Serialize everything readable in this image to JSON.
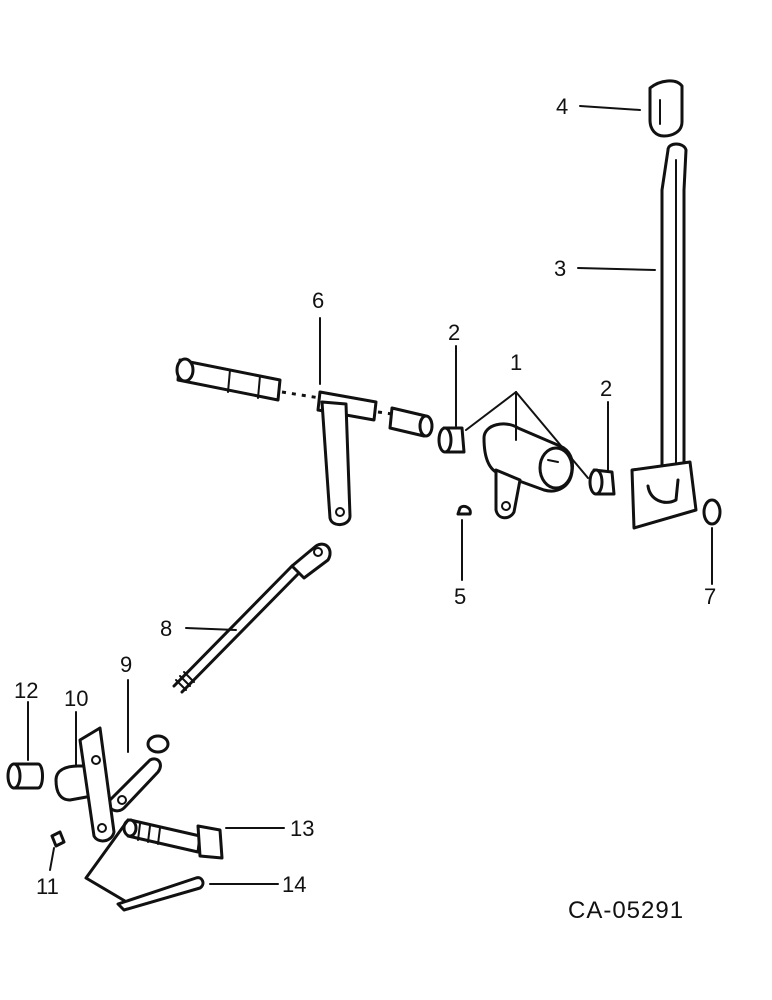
{
  "callouts": {
    "c1": "1",
    "c2a": "2",
    "c2b": "2",
    "c3": "3",
    "c4": "4",
    "c5": "5",
    "c6": "6",
    "c7": "7",
    "c8": "8",
    "c9": "9",
    "c10": "10",
    "c11": "11",
    "c12": "12",
    "c13": "13",
    "c14": "14"
  },
  "figure_code": "CA-05291",
  "colors": {
    "ink": "#111111",
    "paper": "#ffffff"
  }
}
